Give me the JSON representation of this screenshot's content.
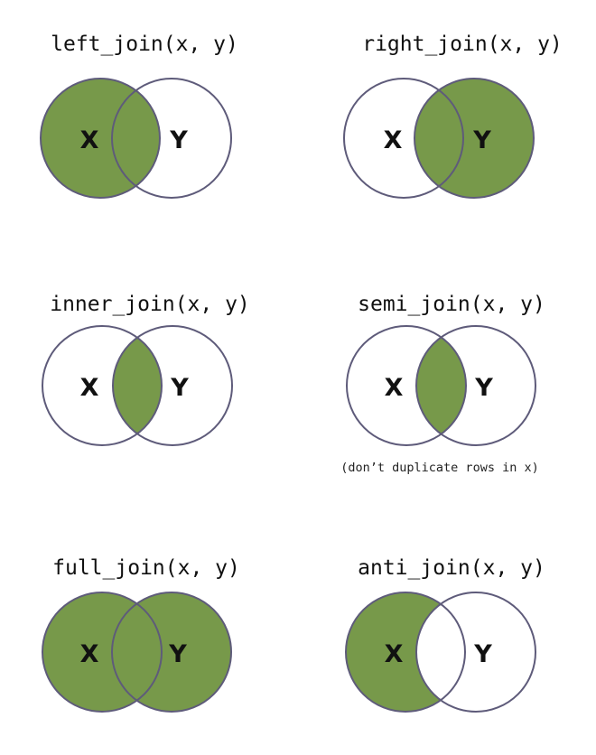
{
  "colors": {
    "fill": "#77994a",
    "outline": "#5e5b7a",
    "background": "#ffffff"
  },
  "panels": [
    {
      "title": "left_join(x, y)",
      "x_label": "X",
      "y_label": "Y",
      "shade": "left"
    },
    {
      "title": "right_join(x, y)",
      "x_label": "X",
      "y_label": "Y",
      "shade": "right"
    },
    {
      "title": "inner_join(x, y)",
      "x_label": "X",
      "y_label": "Y",
      "shade": "inner"
    },
    {
      "title": "semi_join(x, y)",
      "x_label": "X",
      "y_label": "Y",
      "shade": "inner",
      "note": "(don’t duplicate rows in x)"
    },
    {
      "title": "full_join(x, y)",
      "x_label": "X",
      "y_label": "Y",
      "shade": "full"
    },
    {
      "title": "anti_join(x, y)",
      "x_label": "X",
      "y_label": "Y",
      "shade": "anti"
    }
  ]
}
